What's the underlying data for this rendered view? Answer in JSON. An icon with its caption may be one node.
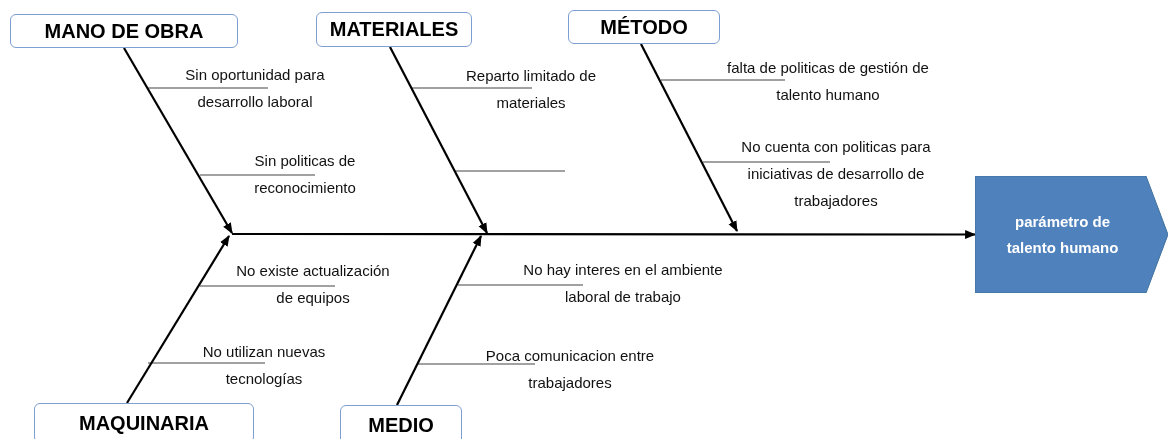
{
  "diagram": {
    "nodes": [
      {
        "text": [
          "MANO DE OBRA"
        ]
      },
      {
        "text": [
          "MATERIALES"
        ]
      },
      {
        "text": [
          "MÉTODO"
        ]
      },
      {
        "text": [
          "MAQUINARIA"
        ]
      },
      {
        "text": [
          "MEDIO"
        ]
      },
      {
        "text": [
          "parámetro de talento humano"
        ]
      }
    ],
    "edges": [
      {
        "from": 0,
        "to": null,
        "arrow": "to"
      },
      {
        "from": 1,
        "to": null,
        "arrow": "to"
      },
      {
        "from": 2,
        "to": null,
        "arrow": "to"
      },
      {
        "from": 3,
        "to": null,
        "arrow": "to"
      },
      {
        "from": 4,
        "to": null,
        "arrow": "to"
      },
      {
        "from": null,
        "to": 5,
        "arrow": "to"
      }
    ],
    "labels": [
      "Sin oportunidad para desarrollo laboral",
      "Sin politicas de reconocimiento",
      "Reparto limitado de materiales",
      "falta de politicas de gestión de talento humano",
      "No cuenta con politicas para iniciativas de desarrollo de trabajadores",
      "No existe actualización de equipos",
      "No utilizan nuevas tecnologías",
      "No hay interes en el ambiente laboral de trabajo",
      "Poca comunicacion entre trabajadores"
    ]
  }
}
